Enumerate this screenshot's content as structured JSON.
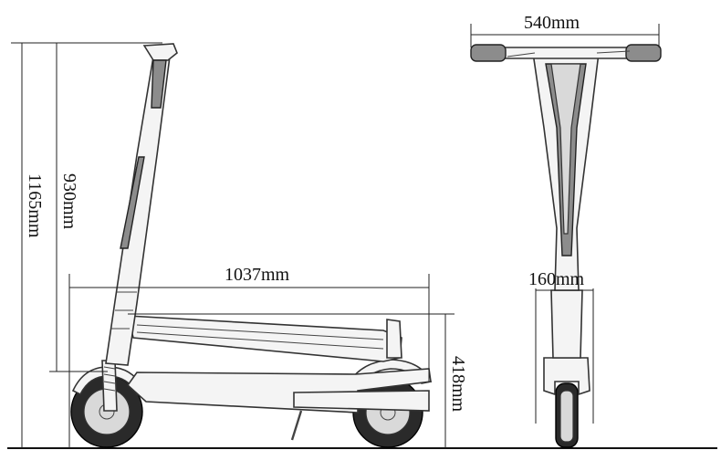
{
  "dimensions": {
    "overall_height": "1165mm",
    "handlebar_height": "930mm",
    "length": "1037mm",
    "folded_height": "418mm",
    "handlebar_width": "540mm",
    "deck_width": "160mm"
  },
  "views": [
    "side-view",
    "front-view"
  ],
  "colors": {
    "line": "#222222",
    "body": "#f4f4f4",
    "tire": "#2a2a2a",
    "accent": "#8c8c8c"
  }
}
